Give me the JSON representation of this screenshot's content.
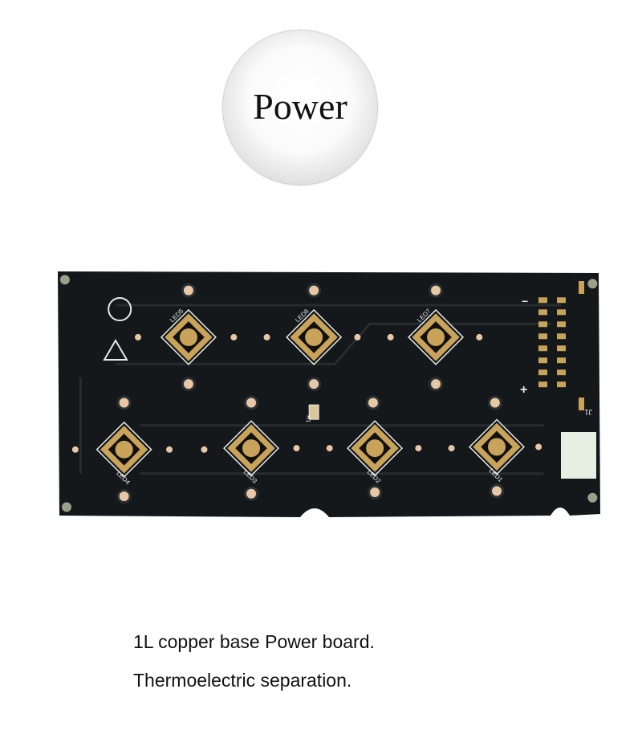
{
  "badge": {
    "label": "Power"
  },
  "pcb": {
    "colors": {
      "board": "#14181a",
      "gold": "#c9a35a",
      "copper": "#e7c7a6",
      "silk": "#e8e8e8"
    },
    "led_labels": [
      "LED5",
      "LED6",
      "LED7",
      "LED4",
      "LED3",
      "LED2",
      "LED1"
    ],
    "connector_label": "J1",
    "resistor_label": "R1"
  },
  "caption": {
    "line1": "1L copper base Power board.",
    "line2": "Thermoelectric separation."
  }
}
